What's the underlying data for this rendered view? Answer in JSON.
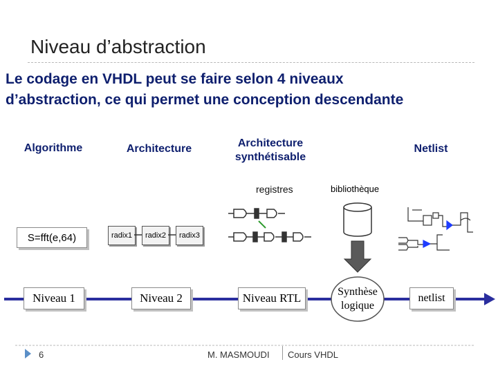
{
  "title": "Niveau d’abstraction",
  "subtitle_lines": [
    "Le codage en VHDL peut se faire selon 4 niveaux",
    "d’abstraction, ce qui permet une conception descendante"
  ],
  "columns": {
    "algorithme": "Algorithme",
    "architecture": "Architecture",
    "architecture_synth_line1": "Architecture",
    "architecture_synth_line2": "synthétisable",
    "netlist": "Netlist"
  },
  "labels": {
    "registres": "registres",
    "bibliotheque": "bibliothèque",
    "fft": "S=fft(e,64)",
    "radix": [
      "radix1",
      "radix2",
      "radix3"
    ]
  },
  "levels": {
    "niveau1": "Niveau 1",
    "niveau2": "Niveau 2",
    "niveau_rtl": "Niveau RTL",
    "synthese_line1": "Synthèse",
    "synthese_line2": "logique",
    "netlist": "netlist"
  },
  "footer": {
    "page": "6",
    "author": "M. MASMOUDI",
    "course": "Cours VHDL"
  },
  "colors": {
    "title_text": "#222222",
    "subtitle_text": "#0e1f6e",
    "timeline": "#2a2e9e",
    "arrow_fill": "#5a5a5a",
    "accent_blue": "#1e3cff",
    "bullet": "#5b8fc7"
  }
}
